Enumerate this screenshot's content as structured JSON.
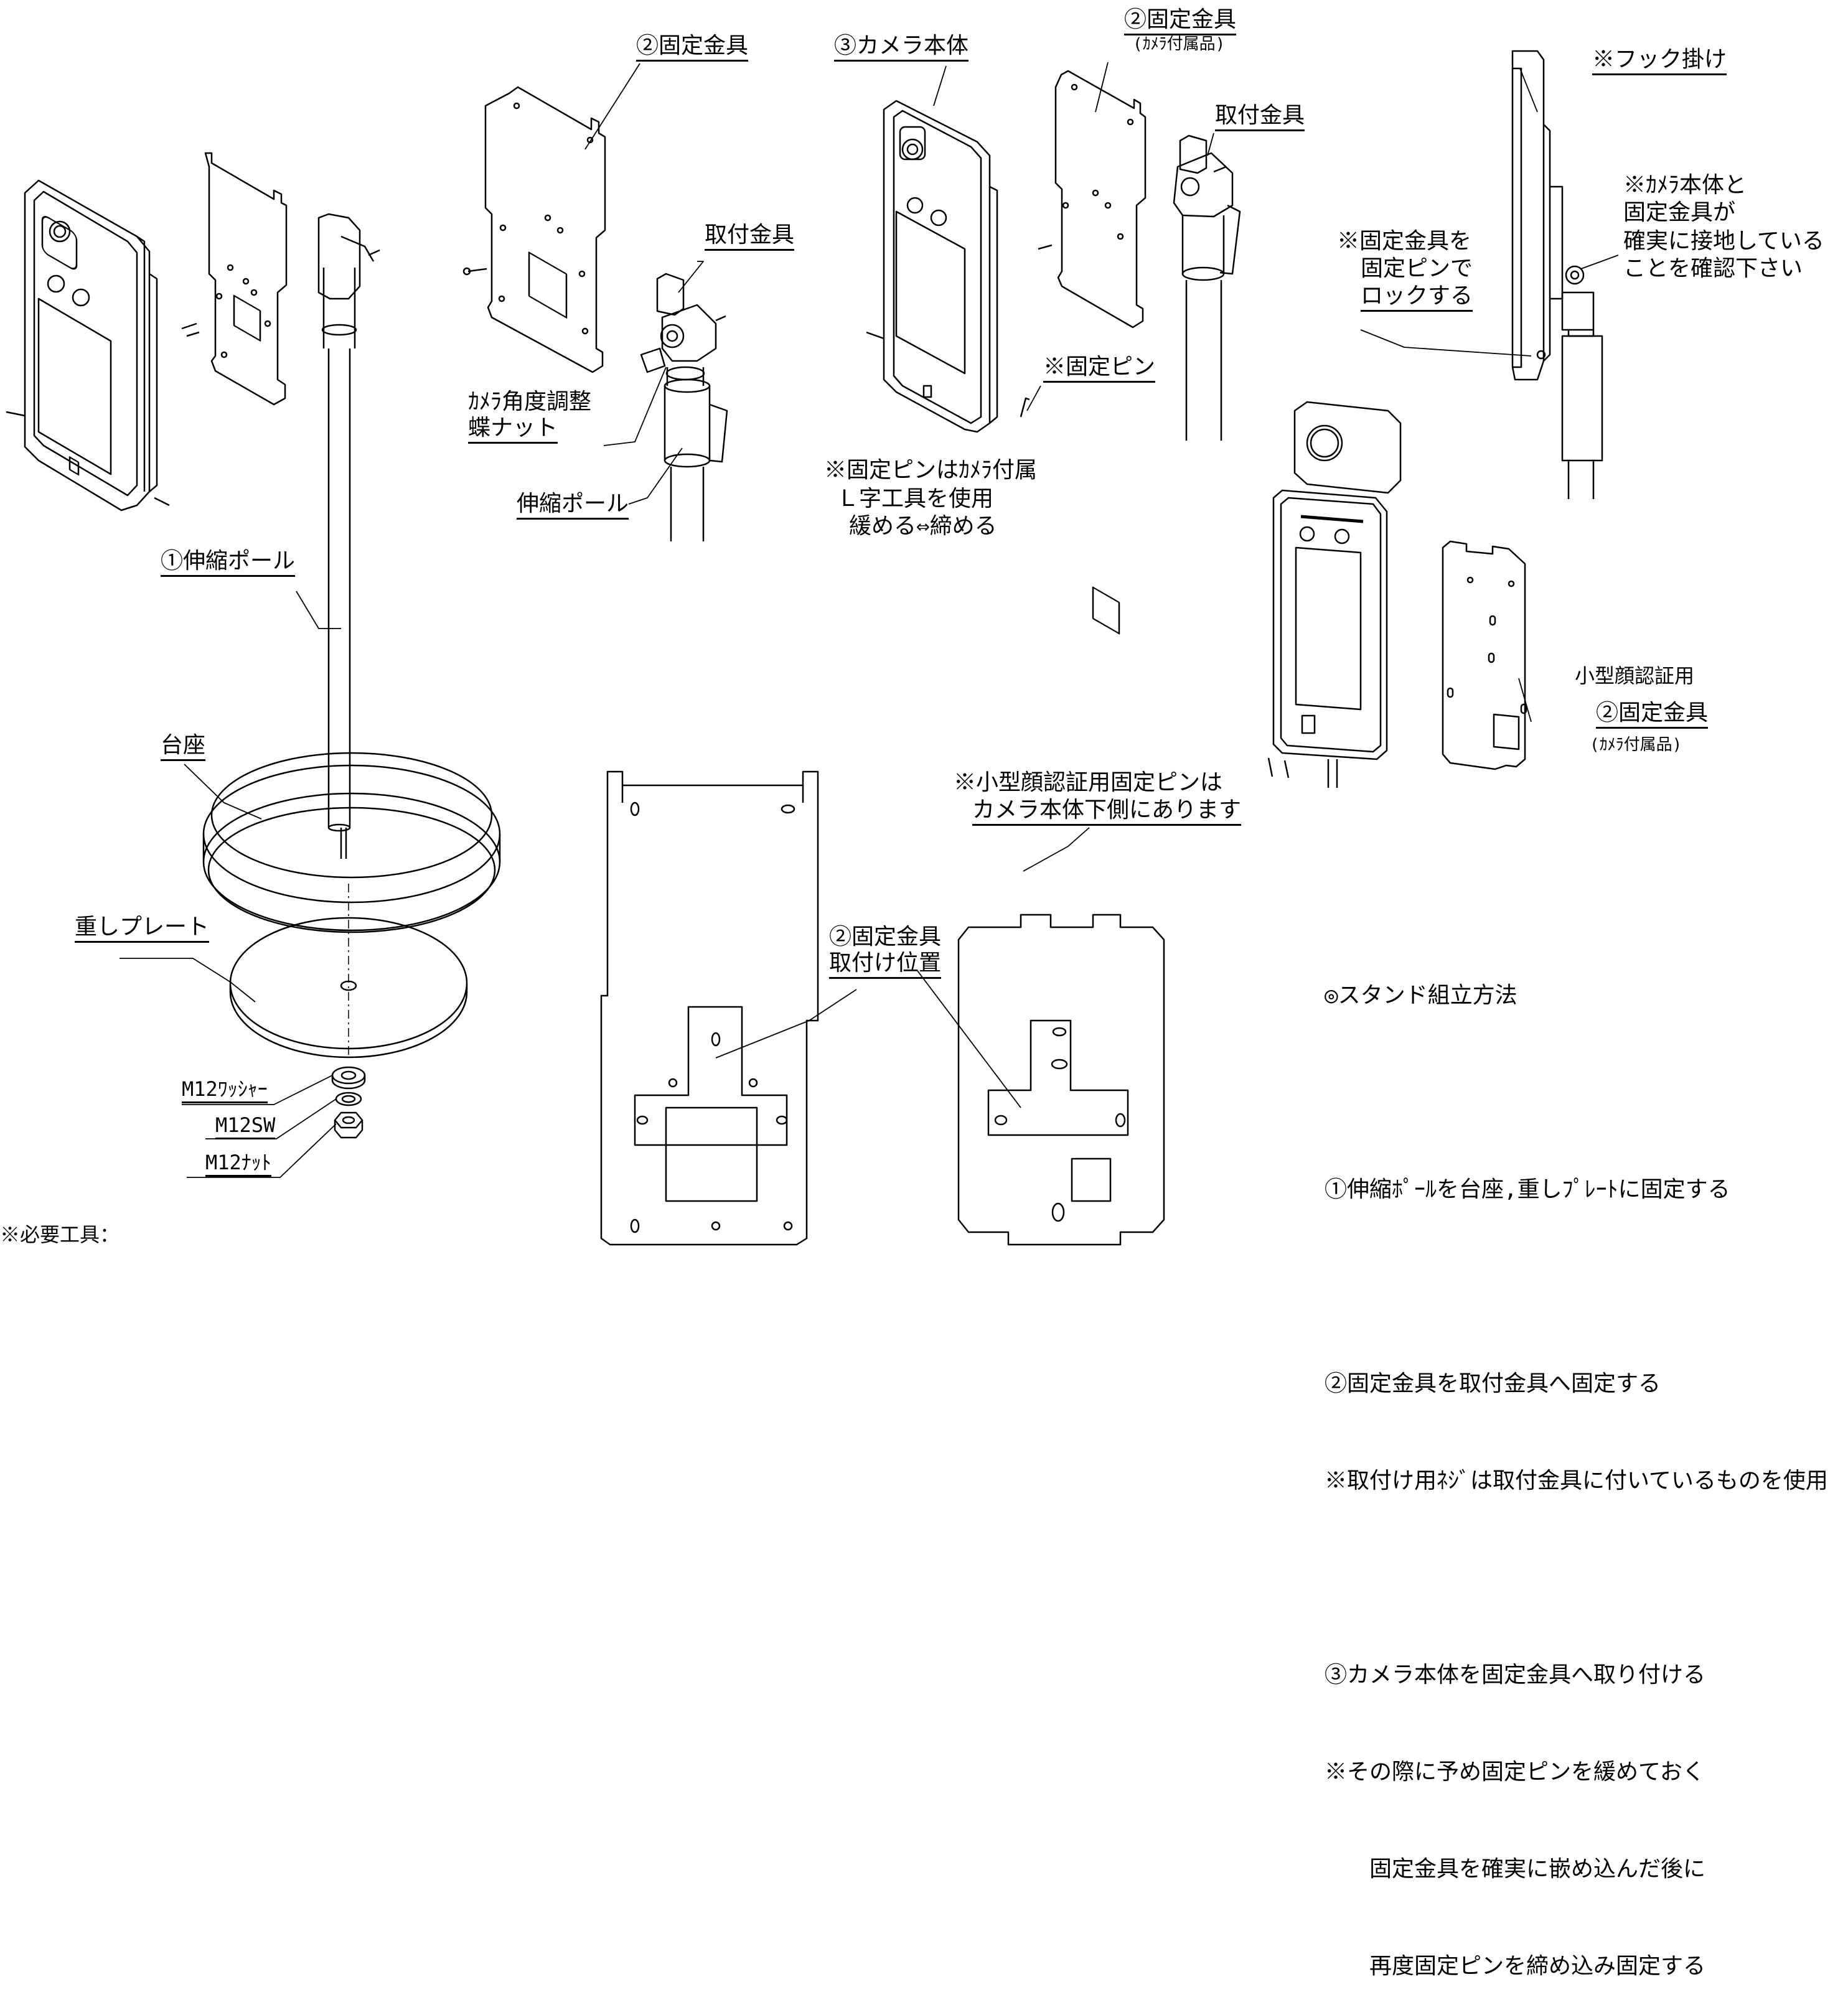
{
  "labels": {
    "pole_main": "①伸縮ポール",
    "base": "台座",
    "weight_plate": "重しプレート",
    "washer": "M12ﾜｯｼｬｰ",
    "sw": "M12SW",
    "nut": "M12ﾅｯﾄ",
    "fix_bracket_a": "②固定金具",
    "mount_a": "取付金具",
    "angle_nut_1": "ｶﾒﾗ角度調整",
    "angle_nut_2": "蝶ナット",
    "pole_detail": "伸縮ポール",
    "camera_body": "③カメラ本体",
    "fix_bracket_b": "②固定金具",
    "fix_bracket_b_note": "(ｶﾒﾗ付属品)",
    "mount_b": "取付金具",
    "fix_pin": "※固定ピン",
    "pin_note_1": "※固定ピンはｶﾒﾗ付属",
    "pin_note_2": "Ｌ字工具を使用",
    "pin_note_3": "緩める⇔締める",
    "hook": "※フック掛け",
    "contact_note_1": "※ｶﾒﾗ本体と",
    "contact_note_2": "固定金具が",
    "contact_note_3": "確実に接地している",
    "contact_note_4": "ことを確認下さい",
    "lock_note_1": "※固定金具を",
    "lock_note_2": "固定ピンで",
    "lock_note_3": "ロックする",
    "small_face": "小型顔認証用",
    "fix_bracket_c": "②固定金具",
    "fix_bracket_c_note": "(ｶﾒﾗ付属品)",
    "small_pin_1": "※小型顔認証用固定ピンは",
    "small_pin_2": "カメラ本体下側にあります",
    "position_1": "②固定金具",
    "position_2": "取付け位置",
    "tools": "※必要工具："
  },
  "instructions": {
    "title": "◎スタンド組立方法",
    "step1": "①伸縮ﾎﾟｰﾙを台座,重しﾌﾟﾚｰﾄに固定する",
    "step2": "②固定金具を取付金具へ固定する",
    "step2_note": "※取付け用ﾈｼﾞは取付金具に付いているものを使用",
    "step3": "③カメラ本体を固定金具へ取り付ける",
    "step3_note1": "※その際に予め固定ピンを緩めておく",
    "step3_note2": "　　固定金具を確実に嵌め込んだ後に",
    "step3_note3": "　　再度固定ピンを締め込み固定する"
  }
}
